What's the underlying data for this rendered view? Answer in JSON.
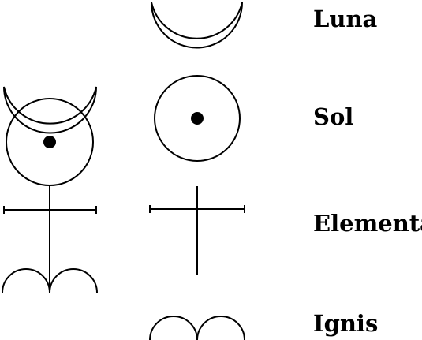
{
  "colors": {
    "ink": "#000000",
    "background": "#ffffff"
  },
  "monad": {
    "icon": "hieroglyphic-monad-icon",
    "parts": [
      "moon-crescent",
      "sun-circle-with-dot",
      "elemental-cross",
      "fire-double-arc"
    ]
  },
  "components": [
    {
      "icon": "moon-crescent-icon",
      "label": "Luna"
    },
    {
      "icon": "sun-circle-dot-icon",
      "label": "Sol"
    },
    {
      "icon": "elemental-cross-icon",
      "label": "Elementa"
    },
    {
      "icon": "fire-double-arc-icon",
      "label": "Ignis"
    }
  ]
}
